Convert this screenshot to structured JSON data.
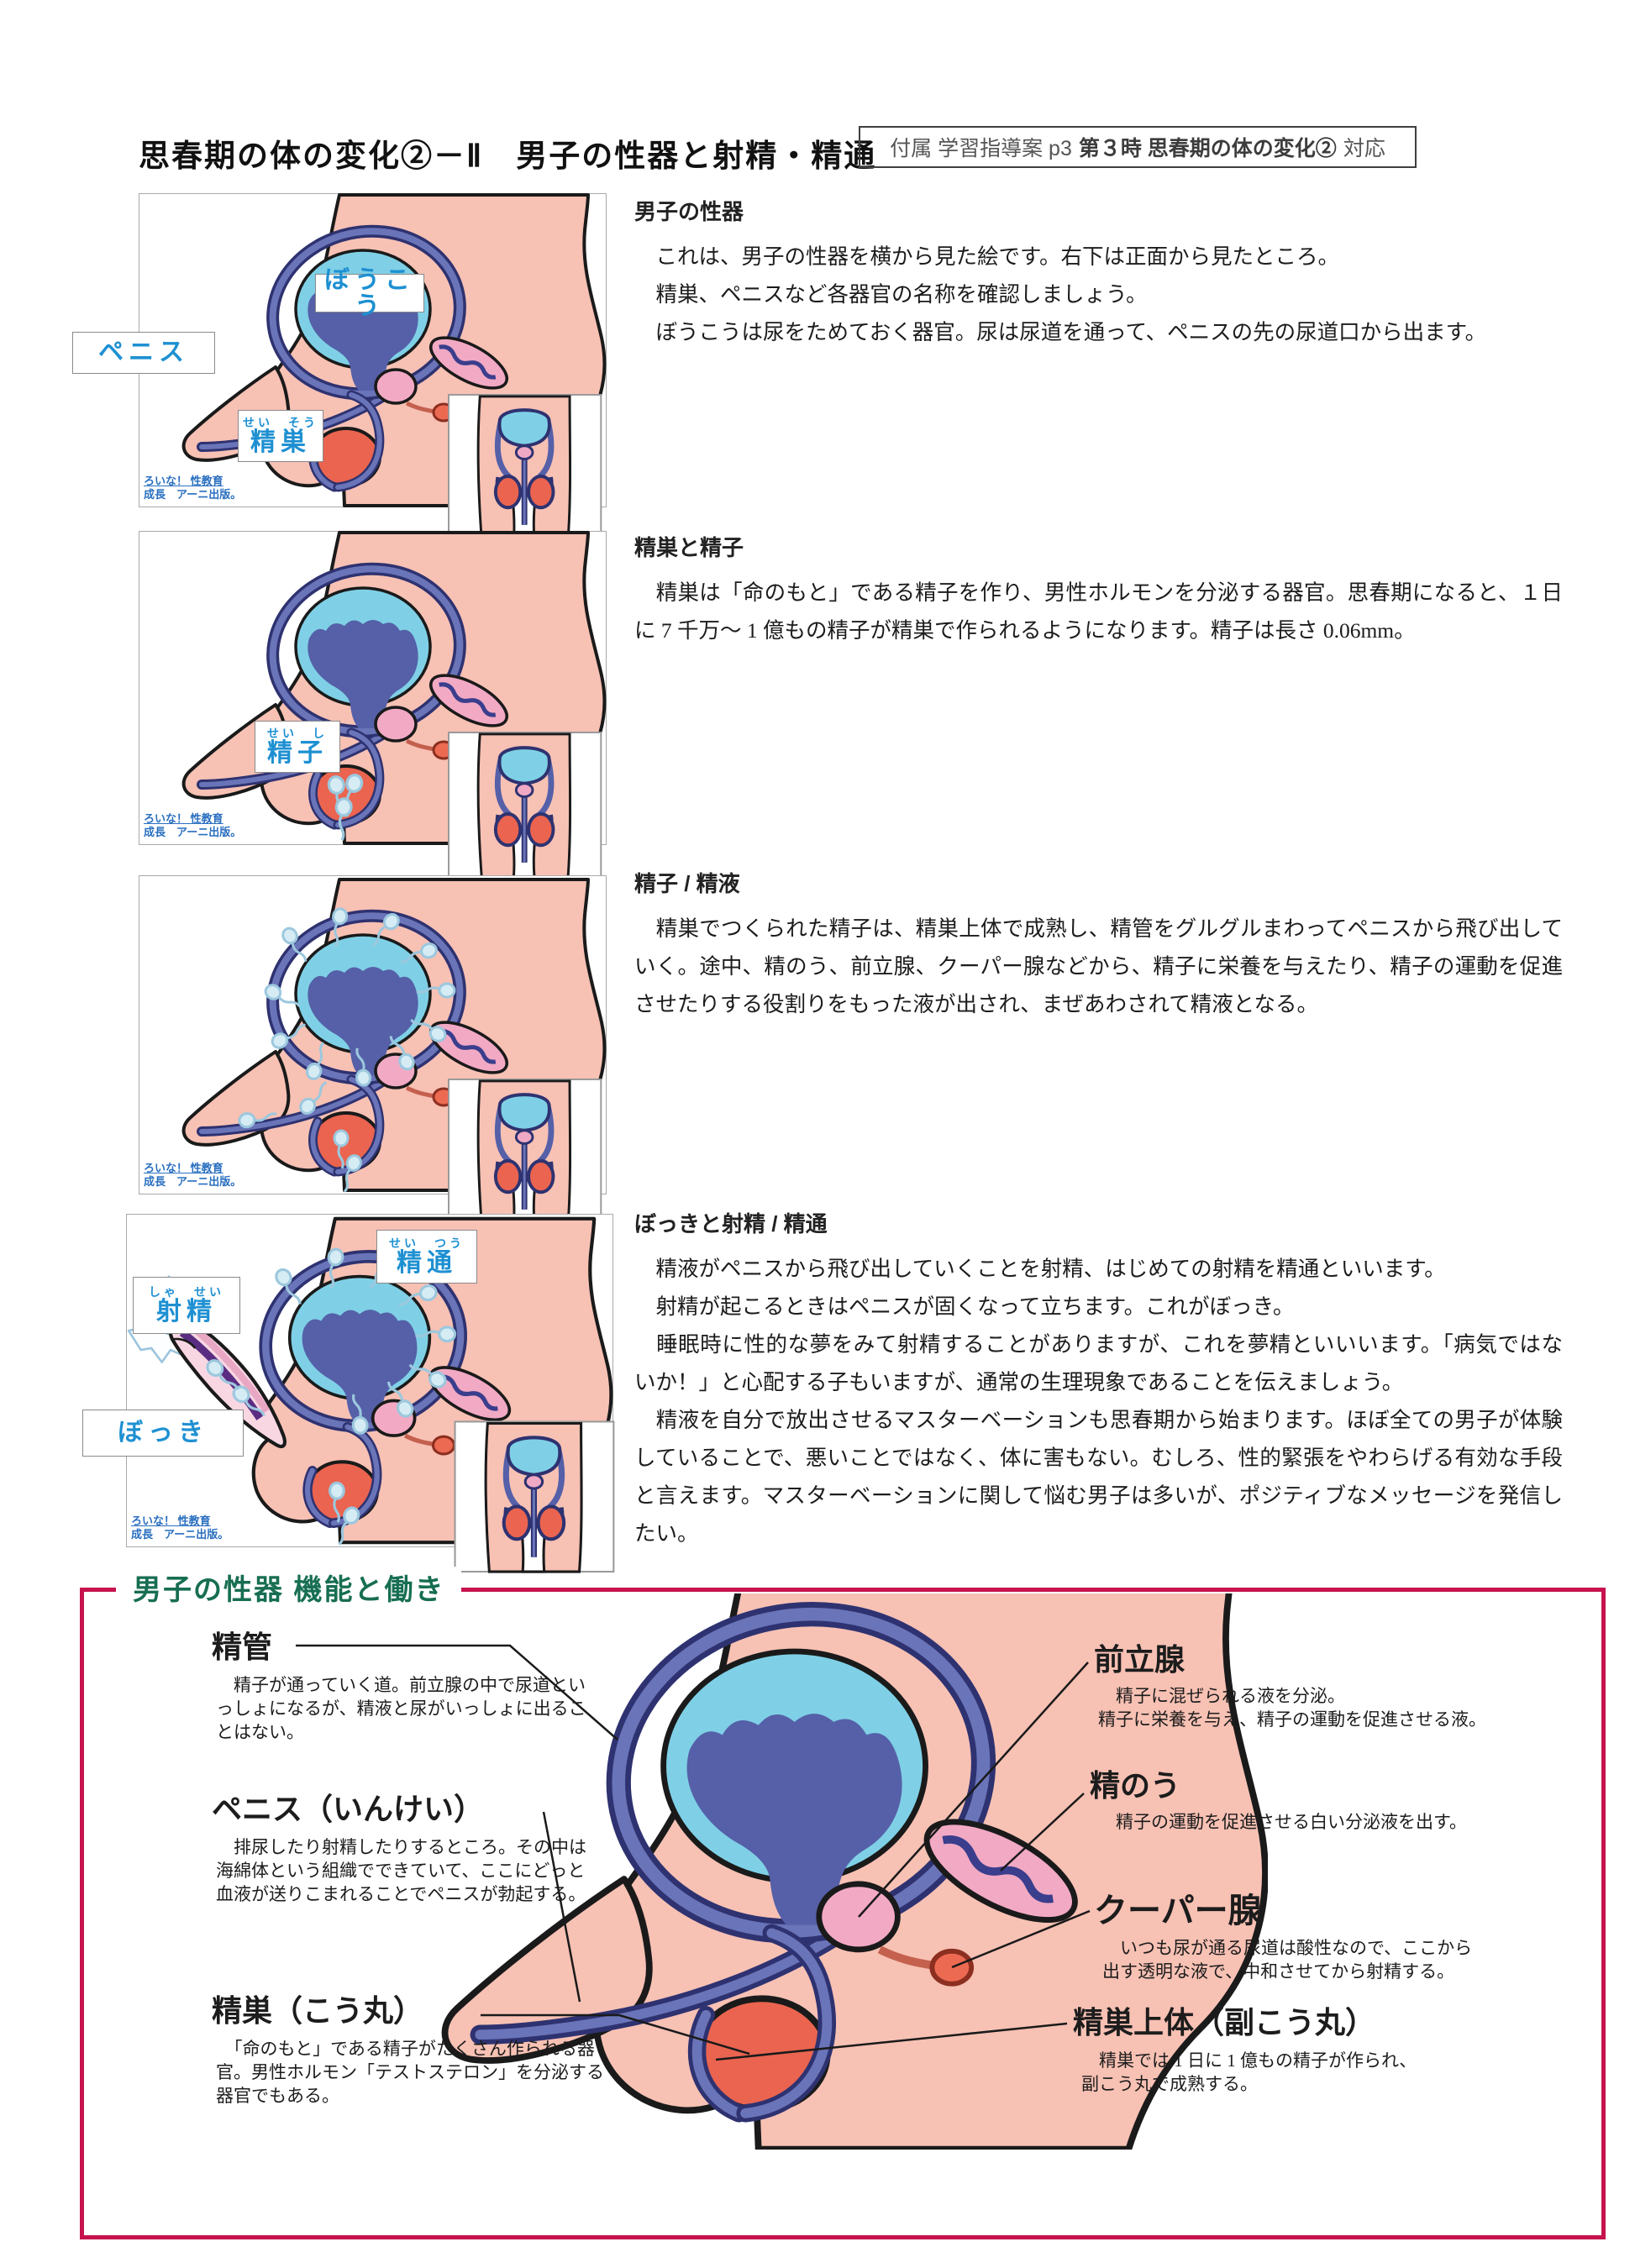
{
  "page": {
    "title": "思春期の体の変化②－Ⅱ　男子の性器と射精・精通",
    "ref_box": {
      "prefix": "付属 学習指導案 p3",
      "session": "第３時 思春期の体の変化②",
      "suffix": "対応"
    }
  },
  "logo": {
    "line1": "ろいな！ 性教育",
    "line2": "成長　アーニ出版。"
  },
  "sections": [
    {
      "heading": "男子の性器",
      "paragraphs": [
        "　これは、男子の性器を横から見た絵です。右下は正面から見たところ。",
        "　精巣、ペニスなど各器官の名称を確認しましょう。",
        "　ぼうこうは尿をためておく器官。尿は尿道を通って、ペニスの先の尿道口から出ます。"
      ]
    },
    {
      "heading": "精巣と精子",
      "paragraphs": [
        "　精巣は「命のもと」である精子を作り、男性ホルモンを分泌する器官。思春期になると、１日に 7 千万〜 1 億もの精子が精巣で作られるようになります。精子は長さ 0.06mm。"
      ]
    },
    {
      "heading": "精子 / 精液",
      "paragraphs": [
        "　精巣でつくられた精子は、精巣上体で成熟し、精管をグルグルまわってペニスから飛び出していく。途中、精のう、前立腺、クーパー腺などから、精子に栄養を与えたり、精子の運動を促進させたりする役割りをもった液が出され、まぜあわされて精液となる。"
      ]
    },
    {
      "heading": "ぼっきと射精 / 精通",
      "paragraphs": [
        "　精液がペニスから飛び出していくことを射精、はじめての射精を精通といいます。",
        "　射精が起こるときはペニスが固くなって立ちます。これがぼっき。",
        "　睡眠時に性的な夢をみて射精することがありますが、これを夢精といいいます。「病気ではないか！」と心配する子もいますが、通常の生理現象であることを伝えましょう。",
        "　精液を自分で放出させるマスターベーションも思春期から始まります。ほぼ全ての男子が体験していることで、悪いことではなく、体に害もない。むしろ、性的緊張をやわらげる有効な手段と言えます。マスターベーションに関して悩む男子は多いが、ポジティブなメッセージを発信したい。"
      ]
    }
  ],
  "diagram_labels": {
    "boukou": "ぼうこう",
    "penis": "ペニス",
    "seisou": {
      "furigana": "せい　そう",
      "text": "精巣"
    },
    "seishi": {
      "furigana": "せい　し",
      "text": "精子"
    },
    "seitsuu": {
      "furigana": "せい　つう",
      "text": "精通"
    },
    "shasei": {
      "furigana": "しゃ　せい",
      "text": "射精"
    },
    "bokki": "ぼっき"
  },
  "function_box": {
    "title": "男子の性器 機能と働き",
    "left": [
      {
        "label": "精管",
        "desc": "　精子が通っていく道。前立腺の中で尿道といっしょになるが、精液と尿がいっしょに出ることはない。"
      },
      {
        "label": "ペニス（いんけい）",
        "desc": "　排尿したり射精したりするところ。その中は海綿体という組織でできていて、ここにどっと血液が送りこまれることでペニスが勃起する。"
      },
      {
        "label": "精巣（こう丸）",
        "desc": "　「命のもと」である精子がたくさん作られる器官。男性ホルモン「テストステロン」を分泌する器官でもある。"
      }
    ],
    "right": [
      {
        "label": "前立腺",
        "desc1": "　精子に混ぜられる液を分泌。",
        "desc2": "精子に栄養を与え、精子の運動を促進させる液。"
      },
      {
        "label": "精のう",
        "desc1": "　精子の運動を促進させる白い分泌液を出す。",
        "desc2": ""
      },
      {
        "label": "クーパー腺",
        "desc1": "　いつも尿が通る尿道は酸性なので、ここから",
        "desc2": "出す透明な液で、中和させてから射精する。"
      },
      {
        "label": "精巣上体（副こう丸）",
        "desc1": "　精巣では 1 日に 1 億もの精子が作られ、",
        "desc2": "副こう丸で成熟する。"
      }
    ]
  },
  "colors": {
    "skin": "#f7c1b4",
    "duct_outline": "#2e3270",
    "duct_fill": "#6a74b8",
    "bladder": "#7fd0e6",
    "bladder_inner": "#5560a8",
    "testis": "#ea6450",
    "gland_pink": "#f2a9c4",
    "label_blue": "#1e90d2",
    "box_red": "#c6134e",
    "box_green": "#176e52"
  }
}
